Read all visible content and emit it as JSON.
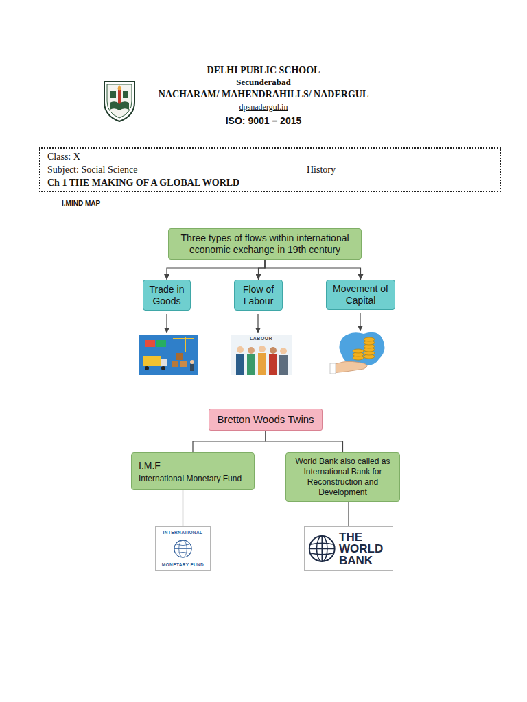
{
  "diagram": {
    "title": "DELHI PUBLIC SCHOOL",
    "nodes": [
      {
        "text": [
          "Class: X",
          "Subject: Social Science",
          "History",
          "Ch 1 THE MAKING OF A GLOBAL WORLD"
        ]
      },
      {
        "text": [
          "Three types of flows within international economic exchange in 19th century"
        ]
      },
      {
        "text": [
          "Trade in Goods"
        ]
      },
      {
        "text": [
          "Flow of Labour"
        ]
      },
      {
        "text": [
          "Movement of Capital"
        ]
      },
      {
        "text": [
          "Bretton Woods Twins"
        ]
      },
      {
        "text": [
          "I.M.F",
          "International Monetary Fund"
        ]
      },
      {
        "text": [
          "World Bank also called as International Bank for Reconstruction and Development"
        ]
      },
      {
        "text": [
          "INTERNATIONAL",
          "MONETARY FUND"
        ]
      },
      {
        "text": [
          "THE WORLD BANK"
        ]
      }
    ],
    "edges": [
      {
        "from": 1,
        "to": 2,
        "arrow": "to"
      },
      {
        "from": 1,
        "to": 3,
        "arrow": "to"
      },
      {
        "from": 1,
        "to": 4,
        "arrow": "to"
      },
      {
        "from": 5,
        "to": 6,
        "arrow": "none"
      },
      {
        "from": 5,
        "to": 7,
        "arrow": "none"
      },
      {
        "from": 6,
        "to": 8,
        "arrow": "none"
      },
      {
        "from": 7,
        "to": 9,
        "arrow": "none"
      }
    ],
    "labels": [
      "Secunderabad",
      "NACHARAM/ MAHENDRAHILLS/ NADERGUL",
      "dpsnadergul.in",
      "ISO: 9001 – 2015",
      "I.MIND MAP",
      "LABOUR"
    ]
  }
}
